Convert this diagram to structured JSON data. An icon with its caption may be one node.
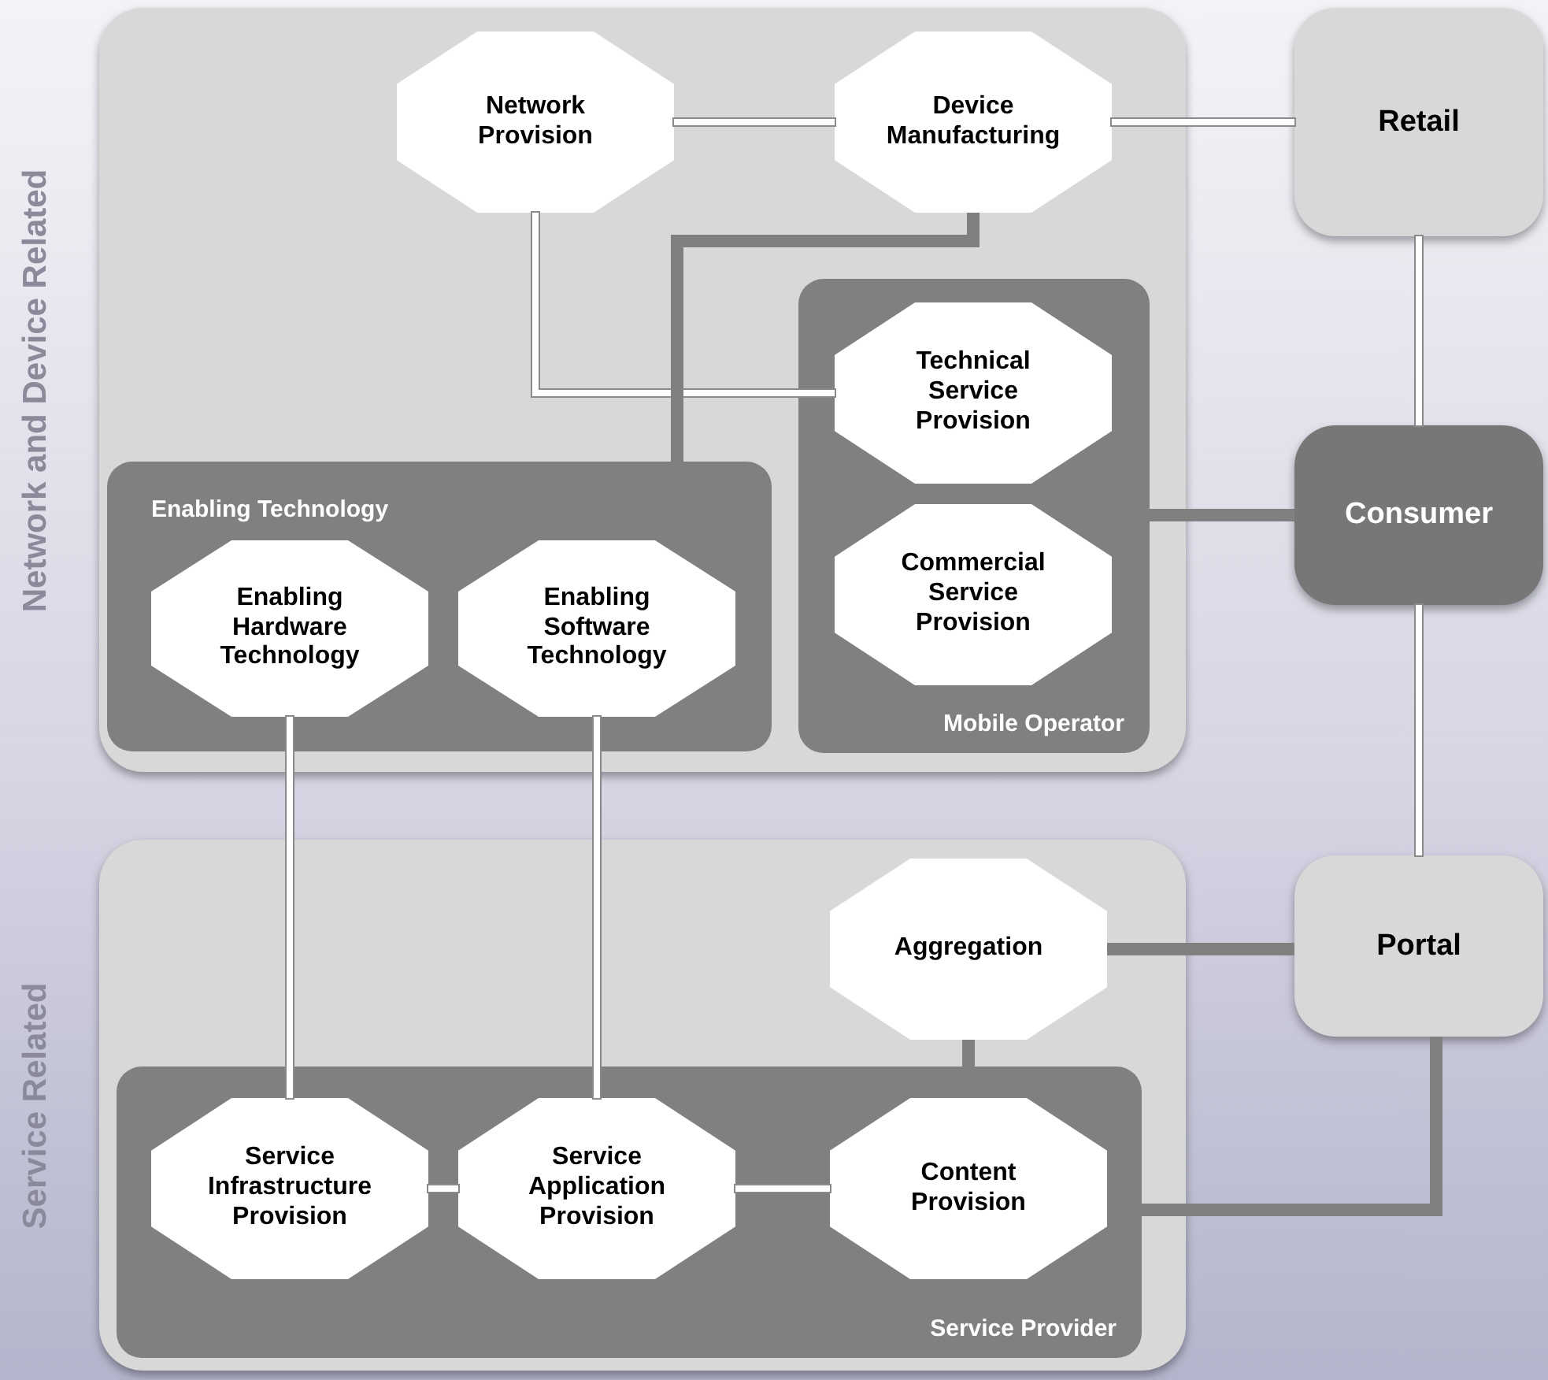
{
  "diagram": {
    "nodes": [
      {
        "text": [
          "Network and Device Related"
        ]
      },
      {
        "text": [
          "Network Provision"
        ],
        "in": 0
      },
      {
        "text": [
          "Device Manufacturing"
        ],
        "in": 0
      },
      {
        "text": [
          "Mobile Operator"
        ],
        "in": 0
      },
      {
        "text": [
          "Technical Service Provision"
        ],
        "in": 3
      },
      {
        "text": [
          "Commercial Service Provision"
        ],
        "in": 3
      },
      {
        "text": [
          "Enabling Technology"
        ],
        "in": 0
      },
      {
        "text": [
          "Enabling Hardware Technology"
        ],
        "in": 6
      },
      {
        "text": [
          "Enabling Software Technology"
        ],
        "in": 6
      },
      {
        "text": [
          "Retail"
        ]
      },
      {
        "text": [
          "Consumer"
        ]
      },
      {
        "text": [
          "Service Related"
        ]
      },
      {
        "text": [
          "Aggregation"
        ],
        "in": 11
      },
      {
        "text": [
          "Service Provider"
        ],
        "in": 11
      },
      {
        "text": [
          "Service Infrastructure Provision"
        ],
        "in": 13
      },
      {
        "text": [
          "Service Application Provision"
        ],
        "in": 13
      },
      {
        "text": [
          "Content Provision"
        ],
        "in": 13
      },
      {
        "text": [
          "Portal"
        ]
      }
    ],
    "edges": [
      {
        "from": 1,
        "to": 2,
        "arrow": "none"
      },
      {
        "from": 2,
        "to": 9,
        "arrow": "none"
      },
      {
        "from": 1,
        "to": 4,
        "arrow": "none"
      },
      {
        "from": 2,
        "to": 6,
        "arrow": "none",
        "style": "thick",
        "color": "#808080"
      },
      {
        "from": 3,
        "to": 10,
        "arrow": "none",
        "style": "thick",
        "color": "#808080"
      },
      {
        "from": 9,
        "to": 10,
        "arrow": "none"
      },
      {
        "from": 10,
        "to": 17,
        "arrow": "none"
      },
      {
        "from": 7,
        "to": 14,
        "arrow": "none"
      },
      {
        "from": 8,
        "to": 15,
        "arrow": "none"
      },
      {
        "from": 14,
        "to": 15,
        "arrow": "none"
      },
      {
        "from": 15,
        "to": 16,
        "arrow": "none"
      },
      {
        "from": 12,
        "to": 17,
        "arrow": "none",
        "style": "thick",
        "color": "#808080"
      },
      {
        "from": 12,
        "to": 16,
        "arrow": "none",
        "style": "thick",
        "color": "#808080"
      },
      {
        "from": 13,
        "to": 17,
        "arrow": "none",
        "style": "thick",
        "color": "#808080"
      }
    ]
  }
}
